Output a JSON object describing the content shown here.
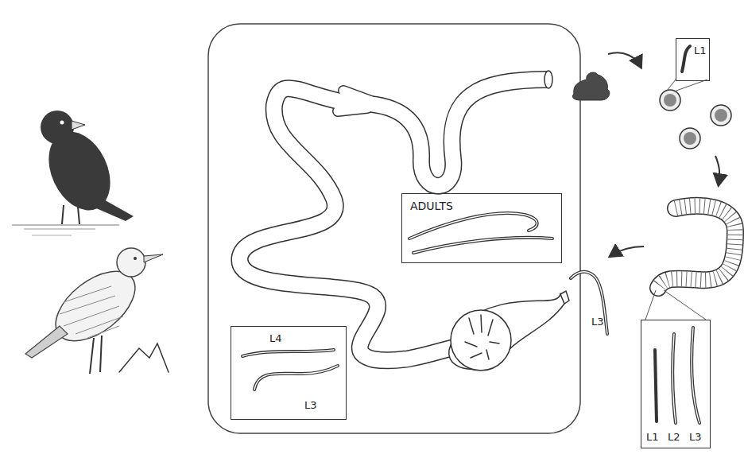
{
  "diagram": {
    "nodes": [
      {
        "text": [
          "L1"
        ]
      },
      {
        "text": [
          "ADULTS"
        ]
      },
      {
        "text": [
          "L4",
          "L3"
        ]
      },
      {
        "text": [
          "L1",
          "L2",
          "L3"
        ]
      }
    ],
    "labels": [
      "L3"
    ]
  }
}
